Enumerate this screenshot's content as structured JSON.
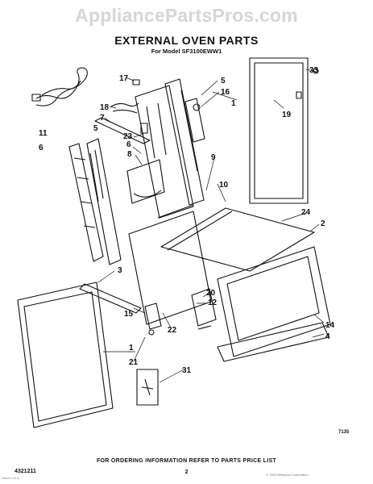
{
  "watermark": "AppliancePartsPros.com",
  "header": {
    "title": "EXTERNAL OVEN PARTS",
    "subtitle": "For Model SF3100EWW1"
  },
  "callouts": [
    "33",
    "17",
    "5",
    "16",
    "1",
    "19",
    "18",
    "7",
    "11",
    "23",
    "6",
    "5",
    "6",
    "8",
    "9",
    "10",
    "24",
    "2",
    "3",
    "20",
    "12",
    "22",
    "15",
    "14",
    "4",
    "1",
    "21",
    "31"
  ],
  "footer": {
    "note": "FOR ORDERING INFORMATION REFER TO PARTS PRICE LIST",
    "page": "2",
    "part_number": "4321211",
    "drawing_number": "7135",
    "copyright": "© 1993 Whirlpool Corporation",
    "left_note": "Litho in U.S.A."
  }
}
